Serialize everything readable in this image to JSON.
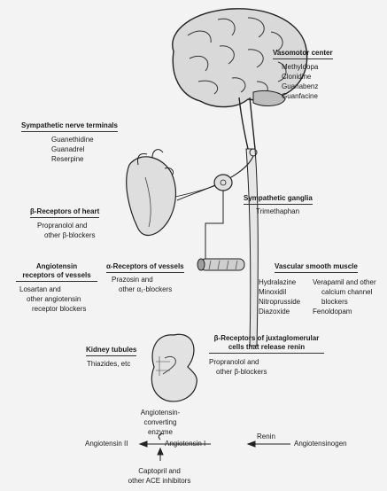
{
  "vasomotor": {
    "heading": "Vasomotor center",
    "drugs": [
      "Methyldopa",
      "Clonidine",
      "Guanabenz",
      "Guanfacine"
    ]
  },
  "sympathetic_nerve_terminals": {
    "heading": "Sympathetic nerve terminals",
    "drugs": [
      "Guanethidine",
      "Guanadrel",
      "Reserpine"
    ]
  },
  "sympathetic_ganglia": {
    "heading": "Sympathetic ganglia",
    "drugs": [
      "Trimethaphan"
    ]
  },
  "beta_heart": {
    "heading": "β-Receptors of heart",
    "drugs": [
      "Propranolol and",
      "other β-blockers"
    ]
  },
  "angiotensin_receptors": {
    "heading_line1": "Angiotensin",
    "heading_line2": "receptors of vessels",
    "drugs": [
      "Losartan and",
      "other angiotensin",
      "receptor blockers"
    ]
  },
  "alpha_vessels": {
    "heading": "α-Receptors of vessels",
    "drugs": [
      "Prazosin and",
      "other α₁-blockers"
    ]
  },
  "vascular_smooth_muscle": {
    "heading": "Vascular smooth muscle",
    "col1": [
      "Hydralazine",
      "Minoxidil",
      "Nitroprusside",
      "Diazoxide"
    ],
    "col2": [
      "Verapamil and other",
      "calcium channel",
      "blockers",
      "Fenoldopam"
    ]
  },
  "kidney_tubules": {
    "heading": "Kidney tubules",
    "drugs": [
      "Thiazides, etc"
    ]
  },
  "beta_juxtaglomerular": {
    "heading_line1": "β-Receptors of juxtaglomerular",
    "heading_line2": "cells that release renin",
    "drugs": [
      "Propranolol and",
      "other β-blockers"
    ]
  },
  "raas": {
    "enzyme": [
      "Angiotensin-",
      "converting",
      "enzyme"
    ],
    "angiotensin_ii": "Angiotensin II",
    "angiotensin_i": "Angiotensin I",
    "renin": "Renin",
    "angiotensinogen": "Angiotensinogen",
    "inhibitor": [
      "Captopril and",
      "other ACE inhibitors"
    ]
  }
}
